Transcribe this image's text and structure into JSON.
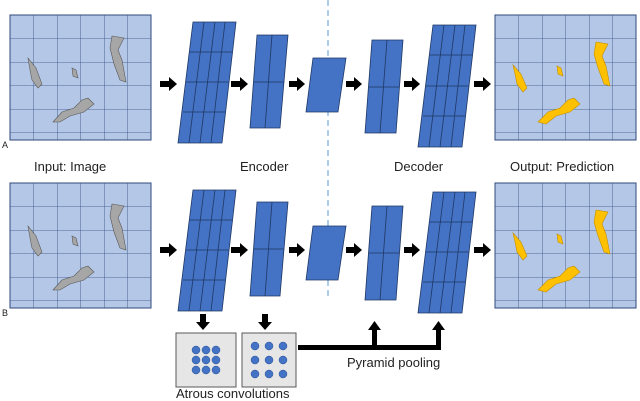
{
  "row_labels": {
    "a": "A",
    "b": "B"
  },
  "captions": {
    "input": "Input: Image",
    "encoder": "Encoder",
    "decoder": "Decoder",
    "output": "Output: Prediction"
  },
  "annotations": {
    "pyramid_pooling": "Pyramid pooling",
    "atrous_convolutions": "Atrous convolutions"
  },
  "colors": {
    "grid_fill": "#b4c7e7",
    "grid_line": "#2f4a7a",
    "block_fill": "#4472c4",
    "block_line": "#1f3864",
    "shape_input": "#a6a6a6",
    "shape_output": "#ffc000",
    "arrow": "#000000",
    "divider": "#5b9bd5",
    "dot": "#4472c4",
    "inset_bg": "#e7e6e6"
  }
}
